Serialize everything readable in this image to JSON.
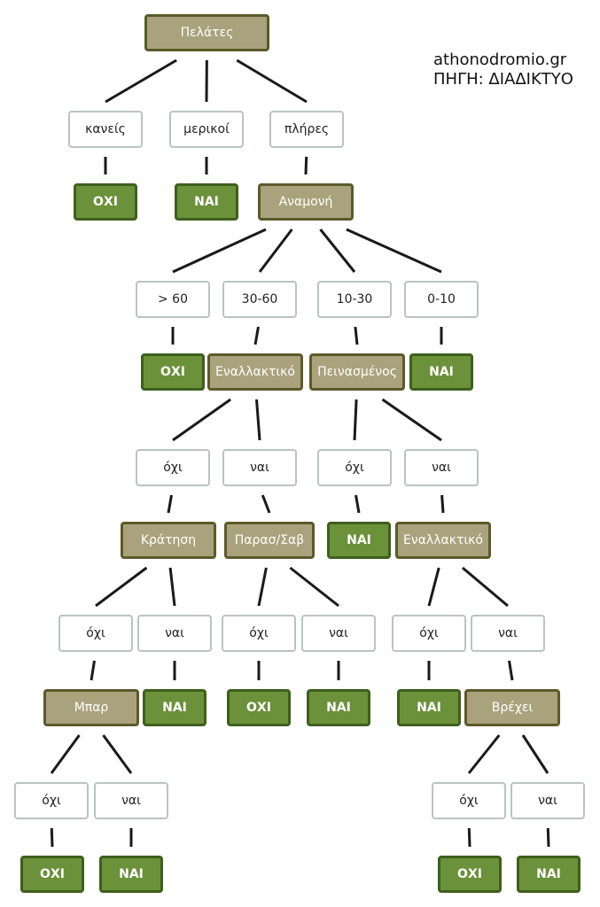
{
  "watermark": {
    "site": "athonodromio.gr",
    "source": "ΠΗΓΗ: ΔΙΑΔΙΚΤΥΟ"
  },
  "nodes": [
    {
      "id": "root",
      "kind": "attr",
      "label": "Πελάτες"
    },
    {
      "id": "v-kaneis",
      "kind": "val",
      "label": "κανείς"
    },
    {
      "id": "v-merikoi",
      "kind": "val",
      "label": "μερικοί"
    },
    {
      "id": "v-plires",
      "kind": "val",
      "label": "πλήρες"
    },
    {
      "id": "l-1",
      "kind": "leaf",
      "label": "ΟΧΙ"
    },
    {
      "id": "l-2",
      "kind": "leaf",
      "label": "ΝΑΙ"
    },
    {
      "id": "a-anamoni",
      "kind": "attr",
      "label": "Αναμονή"
    },
    {
      "id": "v-gt60",
      "kind": "val",
      "label": "> 60"
    },
    {
      "id": "v-30-60",
      "kind": "val",
      "label": "30-60"
    },
    {
      "id": "v-10-30",
      "kind": "val",
      "label": "10-30"
    },
    {
      "id": "v-0-10",
      "kind": "val",
      "label": "0-10"
    },
    {
      "id": "l-3",
      "kind": "leaf",
      "label": "ΟΧΙ"
    },
    {
      "id": "a-enallaktiko1",
      "kind": "attr",
      "label": "Εναλλακτικό"
    },
    {
      "id": "a-peinasmenos",
      "kind": "attr",
      "label": "Πεινασμένος"
    },
    {
      "id": "l-4",
      "kind": "leaf",
      "label": "ΝΑΙ"
    },
    {
      "id": "v-e1-oxi",
      "kind": "val",
      "label": "όχι"
    },
    {
      "id": "v-e1-nai",
      "kind": "val",
      "label": "ναι"
    },
    {
      "id": "v-p-oxi",
      "kind": "val",
      "label": "όχι"
    },
    {
      "id": "v-p-nai",
      "kind": "val",
      "label": "ναι"
    },
    {
      "id": "a-kratisi",
      "kind": "attr",
      "label": "Κράτηση"
    },
    {
      "id": "a-paras",
      "kind": "attr",
      "label": "Παρασ/Σαβ"
    },
    {
      "id": "l-5",
      "kind": "leaf",
      "label": "ΝΑΙ"
    },
    {
      "id": "a-enallaktiko2",
      "kind": "attr",
      "label": "Εναλλακτικό"
    },
    {
      "id": "v-k-oxi",
      "kind": "val",
      "label": "όχι"
    },
    {
      "id": "v-k-nai",
      "kind": "val",
      "label": "ναι"
    },
    {
      "id": "v-ps-oxi",
      "kind": "val",
      "label": "όχι"
    },
    {
      "id": "v-ps-nai",
      "kind": "val",
      "label": "ναι"
    },
    {
      "id": "v-e2-oxi",
      "kind": "val",
      "label": "όχι"
    },
    {
      "id": "v-e2-nai",
      "kind": "val",
      "label": "ναι"
    },
    {
      "id": "a-bar",
      "kind": "attr",
      "label": "Μπαρ"
    },
    {
      "id": "l-6",
      "kind": "leaf",
      "label": "ΝΑΙ"
    },
    {
      "id": "l-7",
      "kind": "leaf",
      "label": "ΟΧΙ"
    },
    {
      "id": "l-8",
      "kind": "leaf",
      "label": "ΝΑΙ"
    },
    {
      "id": "l-9",
      "kind": "leaf",
      "label": "ΝΑΙ"
    },
    {
      "id": "a-vrexei",
      "kind": "attr",
      "label": "Βρέχει"
    },
    {
      "id": "v-b-oxi",
      "kind": "val",
      "label": "όχι"
    },
    {
      "id": "v-b-nai",
      "kind": "val",
      "label": "ναι"
    },
    {
      "id": "v-v-oxi",
      "kind": "val",
      "label": "όχι"
    },
    {
      "id": "v-v-nai",
      "kind": "val",
      "label": "ναι"
    },
    {
      "id": "l-10",
      "kind": "leaf",
      "label": "ΟΧΙ"
    },
    {
      "id": "l-11",
      "kind": "leaf",
      "label": "ΝΑΙ"
    },
    {
      "id": "l-12",
      "kind": "leaf",
      "label": "ΟΧΙ"
    },
    {
      "id": "l-13",
      "kind": "leaf",
      "label": "ΝΑΙ"
    }
  ],
  "edges": [
    [
      "root",
      "v-kaneis"
    ],
    [
      "root",
      "v-merikoi"
    ],
    [
      "root",
      "v-plires"
    ],
    [
      "v-kaneis",
      "l-1"
    ],
    [
      "v-merikoi",
      "l-2"
    ],
    [
      "v-plires",
      "a-anamoni"
    ],
    [
      "a-anamoni",
      "v-gt60"
    ],
    [
      "a-anamoni",
      "v-30-60"
    ],
    [
      "a-anamoni",
      "v-10-30"
    ],
    [
      "a-anamoni",
      "v-0-10"
    ],
    [
      "v-gt60",
      "l-3"
    ],
    [
      "v-30-60",
      "a-enallaktiko1"
    ],
    [
      "v-10-30",
      "a-peinasmenos"
    ],
    [
      "v-0-10",
      "l-4"
    ],
    [
      "a-enallaktiko1",
      "v-e1-oxi"
    ],
    [
      "a-enallaktiko1",
      "v-e1-nai"
    ],
    [
      "a-peinasmenos",
      "v-p-oxi"
    ],
    [
      "a-peinasmenos",
      "v-p-nai"
    ],
    [
      "v-e1-oxi",
      "a-kratisi"
    ],
    [
      "v-e1-nai",
      "a-paras"
    ],
    [
      "v-p-oxi",
      "l-5"
    ],
    [
      "v-p-nai",
      "a-enallaktiko2"
    ],
    [
      "a-kratisi",
      "v-k-oxi"
    ],
    [
      "a-kratisi",
      "v-k-nai"
    ],
    [
      "a-paras",
      "v-ps-oxi"
    ],
    [
      "a-paras",
      "v-ps-nai"
    ],
    [
      "a-enallaktiko2",
      "v-e2-oxi"
    ],
    [
      "a-enallaktiko2",
      "v-e2-nai"
    ],
    [
      "v-k-oxi",
      "a-bar"
    ],
    [
      "v-k-nai",
      "l-6"
    ],
    [
      "v-ps-oxi",
      "l-7"
    ],
    [
      "v-ps-nai",
      "l-8"
    ],
    [
      "v-e2-oxi",
      "l-9"
    ],
    [
      "v-e2-nai",
      "a-vrexei"
    ],
    [
      "a-bar",
      "v-b-oxi"
    ],
    [
      "a-bar",
      "v-b-nai"
    ],
    [
      "a-vrexei",
      "v-v-oxi"
    ],
    [
      "a-vrexei",
      "v-v-nai"
    ],
    [
      "v-b-oxi",
      "l-10"
    ],
    [
      "v-b-nai",
      "l-11"
    ],
    [
      "v-v-oxi",
      "l-12"
    ],
    [
      "v-v-nai",
      "l-13"
    ]
  ]
}
